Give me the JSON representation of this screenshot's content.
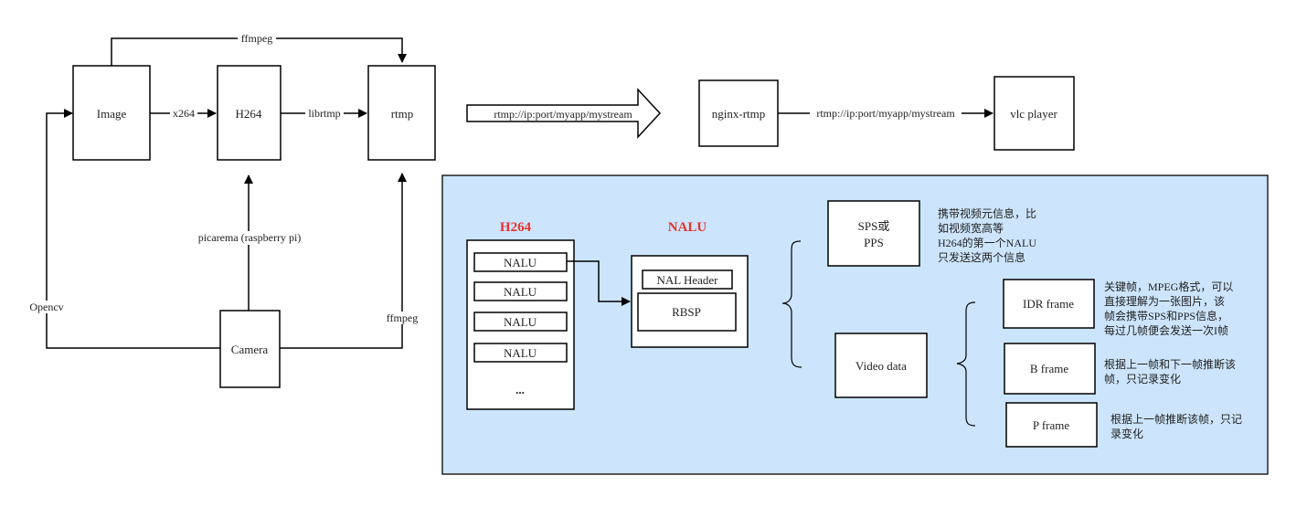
{
  "top": {
    "image": "Image",
    "h264": "H264",
    "rtmp": "rtmp",
    "camera": "Camera",
    "nginx": "nginx-rtmp",
    "vlc": "vlc player",
    "edge_ffmpeg_top": "ffmpeg",
    "edge_x264": "x264",
    "edge_librtmp": "librtmp",
    "edge_picarema": "picarema (raspberry pi)",
    "edge_opencv": "Opencv",
    "edge_ffmpeg_right": "ffmpeg",
    "stream_url": "rtmp://ip:port/myapp/mystream",
    "stream_url_2": "rtmp://ip:port/myapp/mystream"
  },
  "panel": {
    "bg_color": "#cce5fc",
    "h264_title": "H264",
    "nalu_title": "NALU",
    "nalu_items": [
      "NALU",
      "NALU",
      "NALU",
      "NALU"
    ],
    "ellipsis": "...",
    "nal_header": "NAL Header",
    "rbsp": "RBSP",
    "sps_pps_line1": "SPS或",
    "sps_pps_line2": "PPS",
    "sps_desc": [
      "携带视频元信息，比",
      "如视频宽高等",
      "H264的第一个NALU",
      "只发送这两个信息"
    ],
    "video_data": "Video data",
    "idr_frame": "IDR frame",
    "idr_desc": [
      "关键帧，MPEG格式，可以",
      "直接理解为一张图片，该",
      "帧会携带SPS和PPS信息，",
      "每过几帧便会发送一次I帧"
    ],
    "b_frame": "B frame",
    "b_desc": [
      "根据上一帧和下一帧推断该",
      "帧，只记录变化"
    ],
    "p_frame": "P frame",
    "p_desc": [
      "根据上一帧推断该帧，只记",
      "录变化"
    ]
  }
}
